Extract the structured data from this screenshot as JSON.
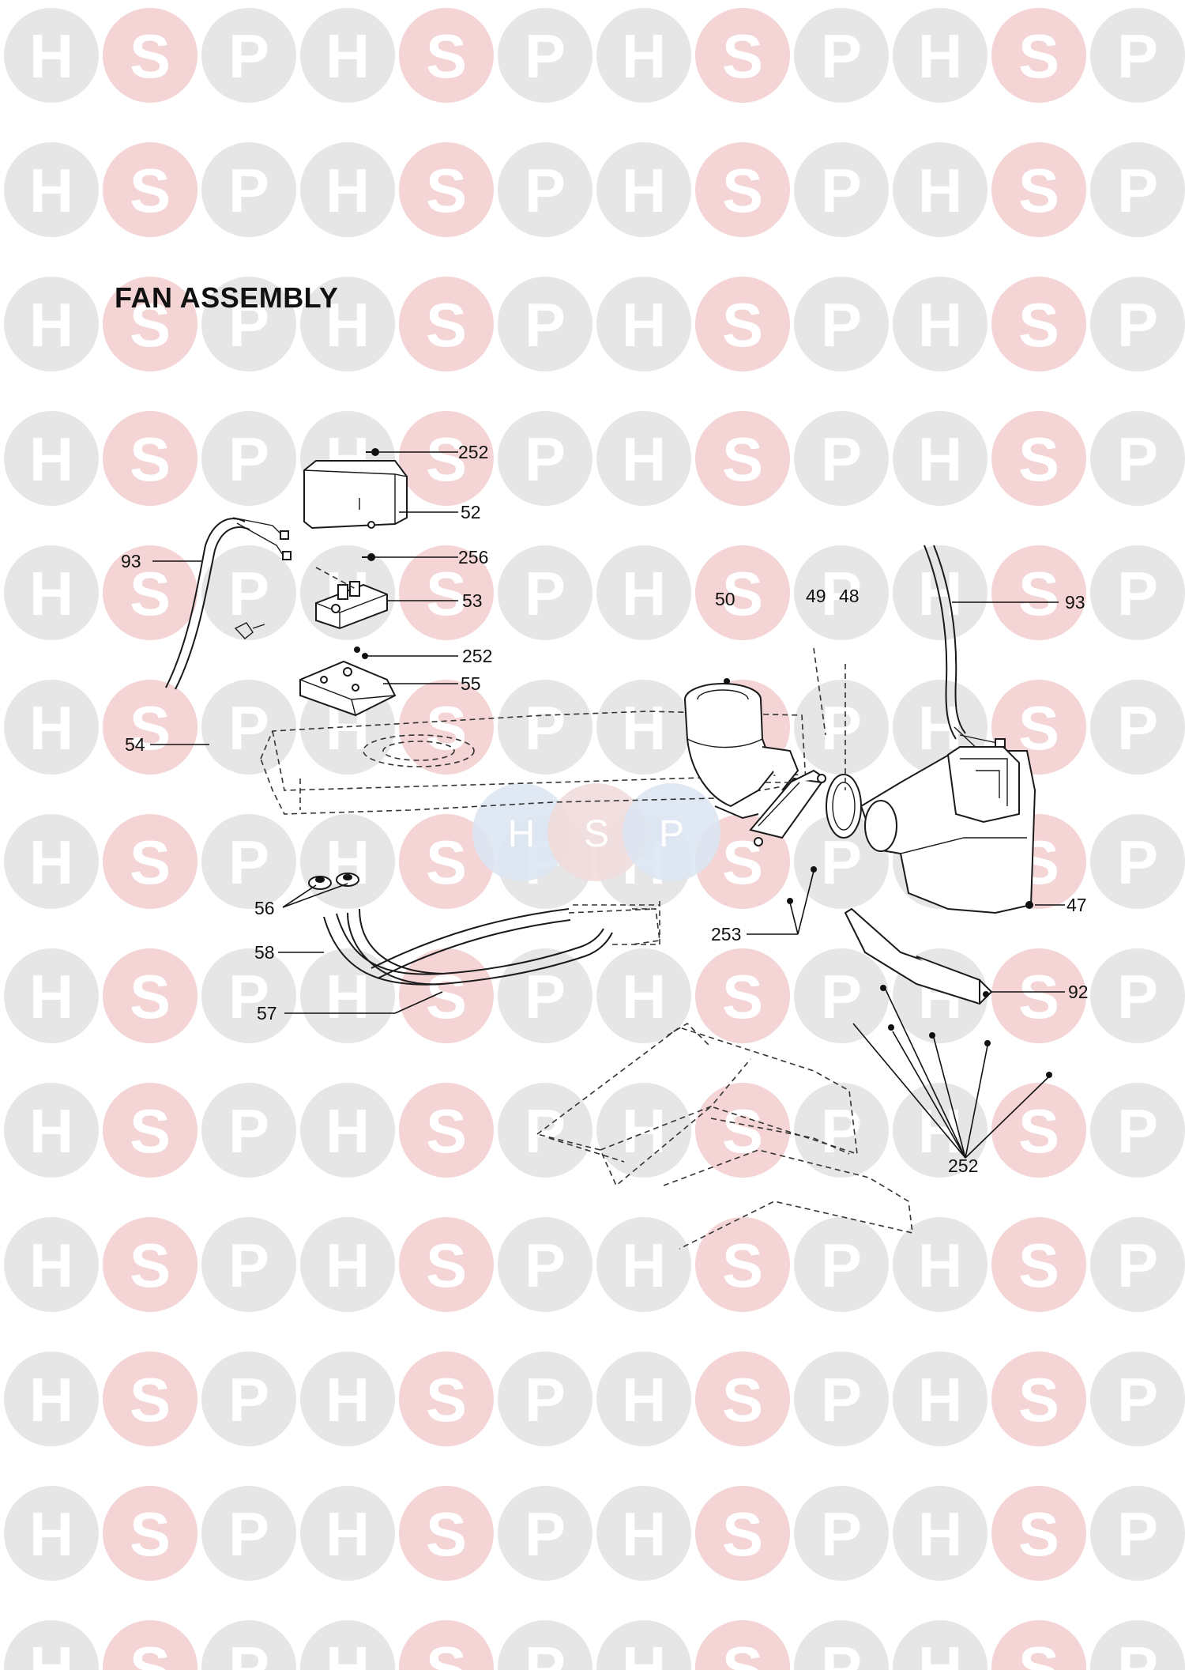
{
  "title": "FAN ASSEMBLY",
  "watermark": {
    "letters": [
      "H",
      "S",
      "P"
    ],
    "colors": {
      "h": "#e6e6e6",
      "s": "#f4d4d4",
      "p": "#e6e6e6",
      "center_h": "#dbe6f2",
      "center_s": "#f1dcdc",
      "center_p": "#dbe6f2"
    }
  },
  "callouts": [
    {
      "id": "252-top",
      "label": "252"
    },
    {
      "id": "52",
      "label": "52"
    },
    {
      "id": "93-left",
      "label": "93"
    },
    {
      "id": "256",
      "label": "256"
    },
    {
      "id": "53",
      "label": "53"
    },
    {
      "id": "252-mid",
      "label": "252"
    },
    {
      "id": "55",
      "label": "55"
    },
    {
      "id": "54",
      "label": "54"
    },
    {
      "id": "50",
      "label": "50"
    },
    {
      "id": "49",
      "label": "49"
    },
    {
      "id": "48",
      "label": "48"
    },
    {
      "id": "93-right",
      "label": "93"
    },
    {
      "id": "56",
      "label": "56"
    },
    {
      "id": "58",
      "label": "58"
    },
    {
      "id": "57",
      "label": "57"
    },
    {
      "id": "253",
      "label": "253"
    },
    {
      "id": "47",
      "label": "47"
    },
    {
      "id": "92",
      "label": "92"
    },
    {
      "id": "252-bottom",
      "label": "252"
    }
  ]
}
